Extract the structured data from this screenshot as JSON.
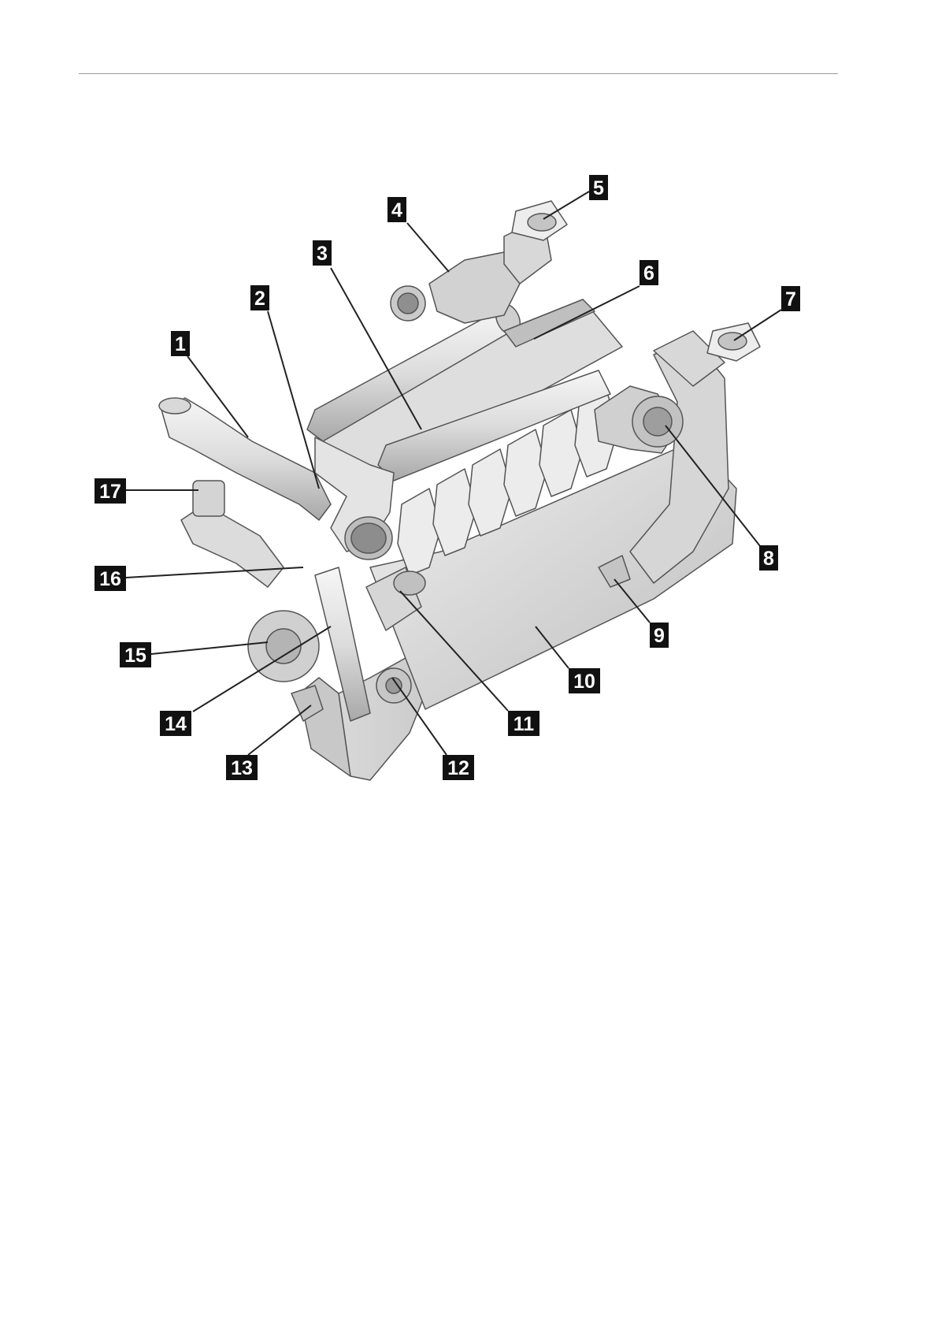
{
  "figure": {
    "callouts": [
      {
        "number": "1"
      },
      {
        "number": "2"
      },
      {
        "number": "3"
      },
      {
        "number": "4"
      },
      {
        "number": "5"
      },
      {
        "number": "6"
      },
      {
        "number": "7"
      },
      {
        "number": "8"
      },
      {
        "number": "9"
      },
      {
        "number": "10"
      },
      {
        "number": "11"
      },
      {
        "number": "12"
      },
      {
        "number": "13"
      },
      {
        "number": "14"
      },
      {
        "number": "15"
      },
      {
        "number": "16"
      },
      {
        "number": "17"
      }
    ],
    "colors": {
      "label_background": "#111111",
      "label_text": "#ffffff",
      "leader_line": "#222222",
      "engine_fill": "#e2e2e2",
      "engine_shade": "#c4c4c4",
      "engine_outline": "#555555"
    }
  }
}
